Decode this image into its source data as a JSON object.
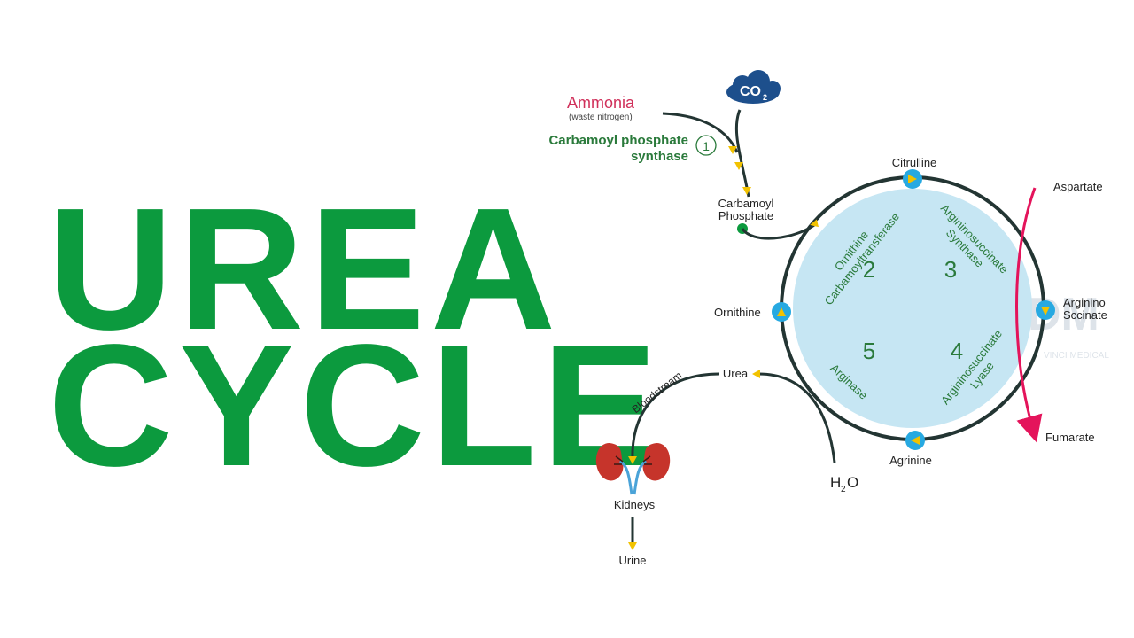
{
  "title": {
    "line1": "UREA",
    "line2": "CYCLE"
  },
  "inputs": {
    "ammonia": "Ammonia",
    "ammonia_note": "(waste nitrogen)",
    "co2": "CO",
    "co2_sub": "2",
    "enzyme1_line1": "Carbamoyl phosphate",
    "enzyme1_line2": "synthase",
    "enzyme1_number": "1",
    "carbamoyl_line1": "Carbamoyl",
    "carbamoyl_line2": "Phosphate"
  },
  "cycle": {
    "citrulline": "Citrulline",
    "argininosuccinate_line1": "Arginino",
    "argininosuccinate_line2": "Sccinate",
    "agrinine": "Agrinine",
    "ornithine": "Ornithine"
  },
  "enzymes": {
    "e2_number": "2",
    "e2_line1": "Ornithine",
    "e2_line2": "Carbamoyltransferase",
    "e3_number": "3",
    "e3_line1": "Argininosuccinate",
    "e3_line2": "Synthase",
    "e4_number": "4",
    "e4_line1": "Argininosuccinate",
    "e4_line2": "Lyase",
    "e5_number": "5",
    "e5_line1": "Arginase"
  },
  "side": {
    "aspartate": "Aspartate",
    "fumarate": "Fumarate"
  },
  "outputs": {
    "urea": "Urea",
    "water": "H",
    "water_sub": "2",
    "water_tail": "O",
    "bloodstream": "Bloodstream",
    "kidneys": "Kidneys",
    "urine": "Urine"
  },
  "watermark": {
    "logo": "DM",
    "text": "VINCI MEDICAL"
  },
  "colors": {
    "title_green": "#0c9a3e",
    "enzyme_green": "#2a7a3b",
    "ammonia_red": "#d0305a",
    "circle_fill": "#c6e6f3",
    "node_blue": "#27a9e1",
    "arrow_yellow": "#f2c200",
    "line_dark": "#233533",
    "co2_navy": "#1d4f8c",
    "side_pink": "#e4145b",
    "kidney_red": "#c6342b"
  }
}
